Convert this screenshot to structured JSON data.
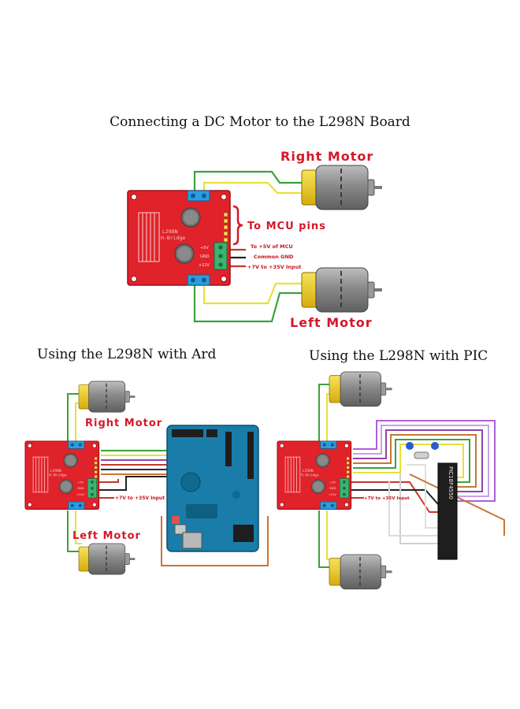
{
  "headings": {
    "main": "Connecting a DC Motor to the L298N Board",
    "arduino": "Using the L298N with Ard",
    "pic": "Using the L298N with PIC"
  },
  "labels": {
    "right_motor": "Right Motor",
    "left_motor": "Left Motor",
    "mcu_pins": "To MCU pins",
    "plus5v": "To +5V of MCU",
    "common_gnd": "Common GND",
    "supply": "+7V to +35V Input",
    "supply_pic": "+7V to +35V Input"
  },
  "board": {
    "name_line1": "L298N",
    "name_line2": "H-Bridge",
    "pin_5v": "+5V",
    "pin_gnd": "GND",
    "pin_12v": "+12V"
  },
  "chips": {
    "pic_part": "PIC18F4550"
  },
  "colors": {
    "board_red": "#e0222a",
    "terminal_blue": "#2a9de0",
    "motor_gray": "#8e8e8e",
    "motor_yellow": "#f5d21d",
    "arduino_teal": "#1a7ca8",
    "wire_green": "#3aa23a",
    "wire_yellow": "#e8e03a",
    "wire_red": "#c0392b",
    "wire_black": "#222222",
    "wire_orange": "#c87533"
  }
}
